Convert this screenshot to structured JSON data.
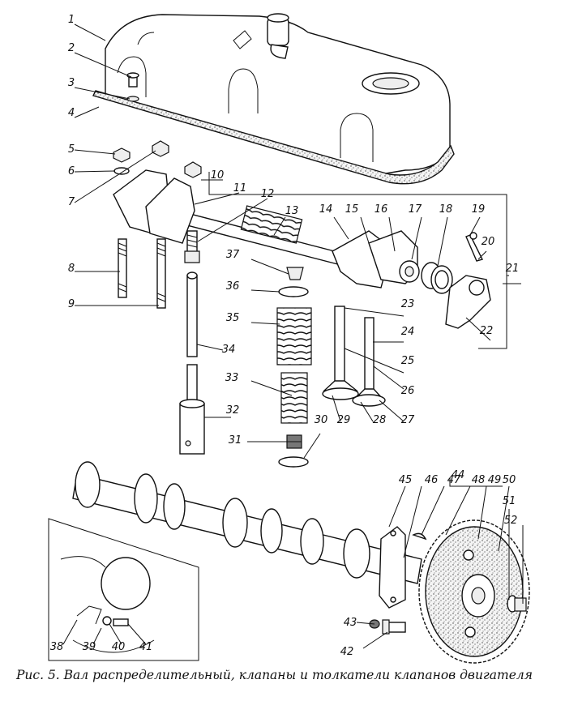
{
  "caption": "Рис. 5. Вал распределительный, клапаны и толкатели клапанов двигателя",
  "callouts": [
    "1",
    "2",
    "3",
    "4",
    "5",
    "6",
    "7",
    "8",
    "9",
    "10",
    "11",
    "12",
    "13",
    "14",
    "15",
    "16",
    "17",
    "18",
    "19",
    "20",
    "21",
    "22",
    "23",
    "24",
    "25",
    "26",
    "27",
    "28",
    "29",
    "30",
    "31",
    "32",
    "33",
    "34",
    "35",
    "36",
    "37",
    "38",
    "39",
    "40",
    "41",
    "42",
    "43",
    "44",
    "45",
    "46",
    "47",
    "48",
    "49",
    "50",
    "51",
    "52"
  ]
}
